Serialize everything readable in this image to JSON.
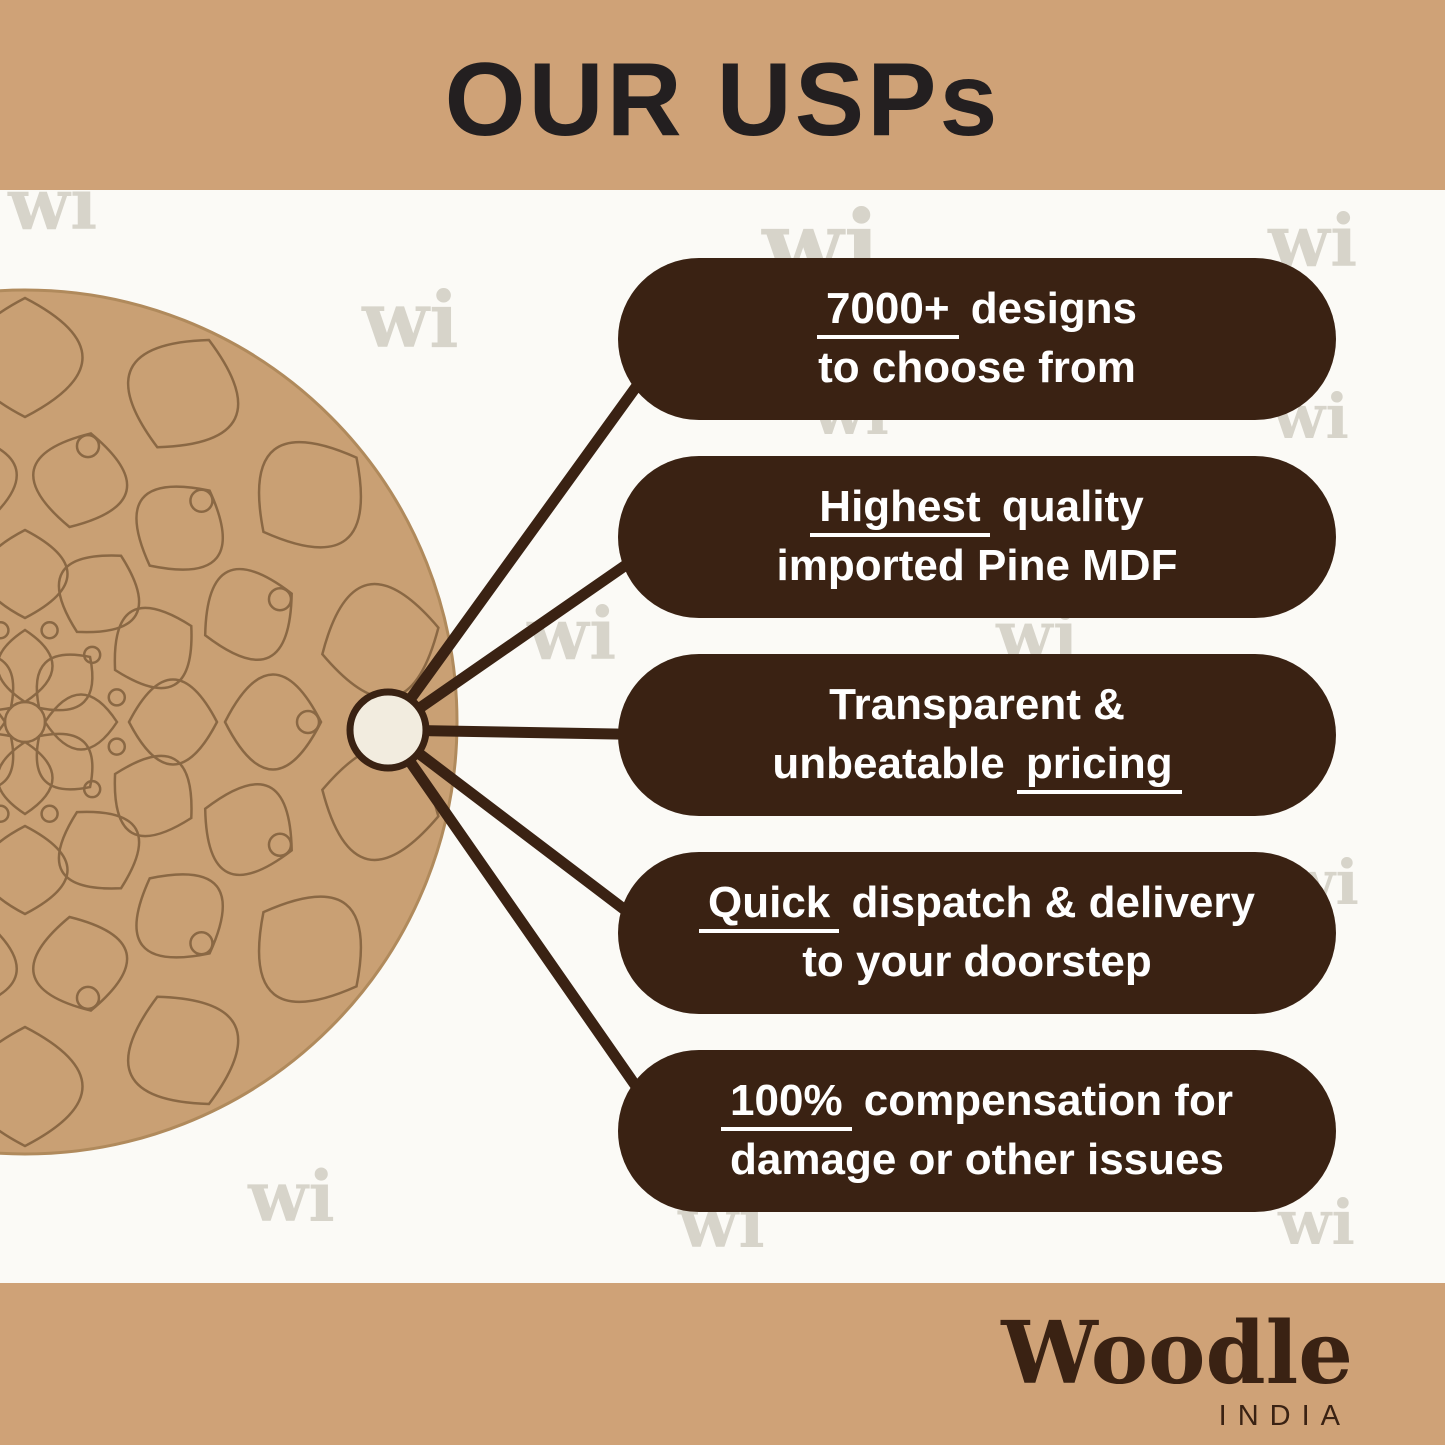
{
  "header": {
    "title": "OUR USPs"
  },
  "usps": [
    {
      "lines": [
        [
          {
            "t": "7000+",
            "u": true
          },
          {
            "t": " designs",
            "u": false
          }
        ],
        [
          {
            "t": "to choose from",
            "u": false
          }
        ]
      ]
    },
    {
      "lines": [
        [
          {
            "t": "Highest",
            "u": true
          },
          {
            "t": " quality",
            "u": false
          }
        ],
        [
          {
            "t": "imported Pine MDF",
            "u": false
          }
        ]
      ]
    },
    {
      "lines": [
        [
          {
            "t": "Transparent &",
            "u": false
          }
        ],
        [
          {
            "t": "unbeatable ",
            "u": false
          },
          {
            "t": "pricing",
            "u": true
          }
        ]
      ]
    },
    {
      "lines": [
        [
          {
            "t": "Quick",
            "u": true
          },
          {
            "t": " dispatch & delivery",
            "u": false
          }
        ],
        [
          {
            "t": "to your doorstep",
            "u": false
          }
        ]
      ]
    },
    {
      "lines": [
        [
          {
            "t": "100%",
            "u": true
          },
          {
            "t": " compensation for",
            "u": false
          }
        ],
        [
          {
            "t": "damage or other issues",
            "u": false
          }
        ]
      ]
    }
  ],
  "footer": {
    "brand": "Woodle",
    "country": "INDIA"
  },
  "watermark": {
    "text": "wi"
  },
  "colors": {
    "band": "#cfa277",
    "bg": "#fbfaf6",
    "pill": "#3a2213",
    "pill_text": "#ffffff",
    "title": "#231f20",
    "mdf": "#c9a074",
    "mdf_line": "#8a6844",
    "mdf_edge": "#b08a5c",
    "hub_fill": "#f2ecdf",
    "watermark": "#d7d4ca",
    "brand": "#3a2213"
  }
}
